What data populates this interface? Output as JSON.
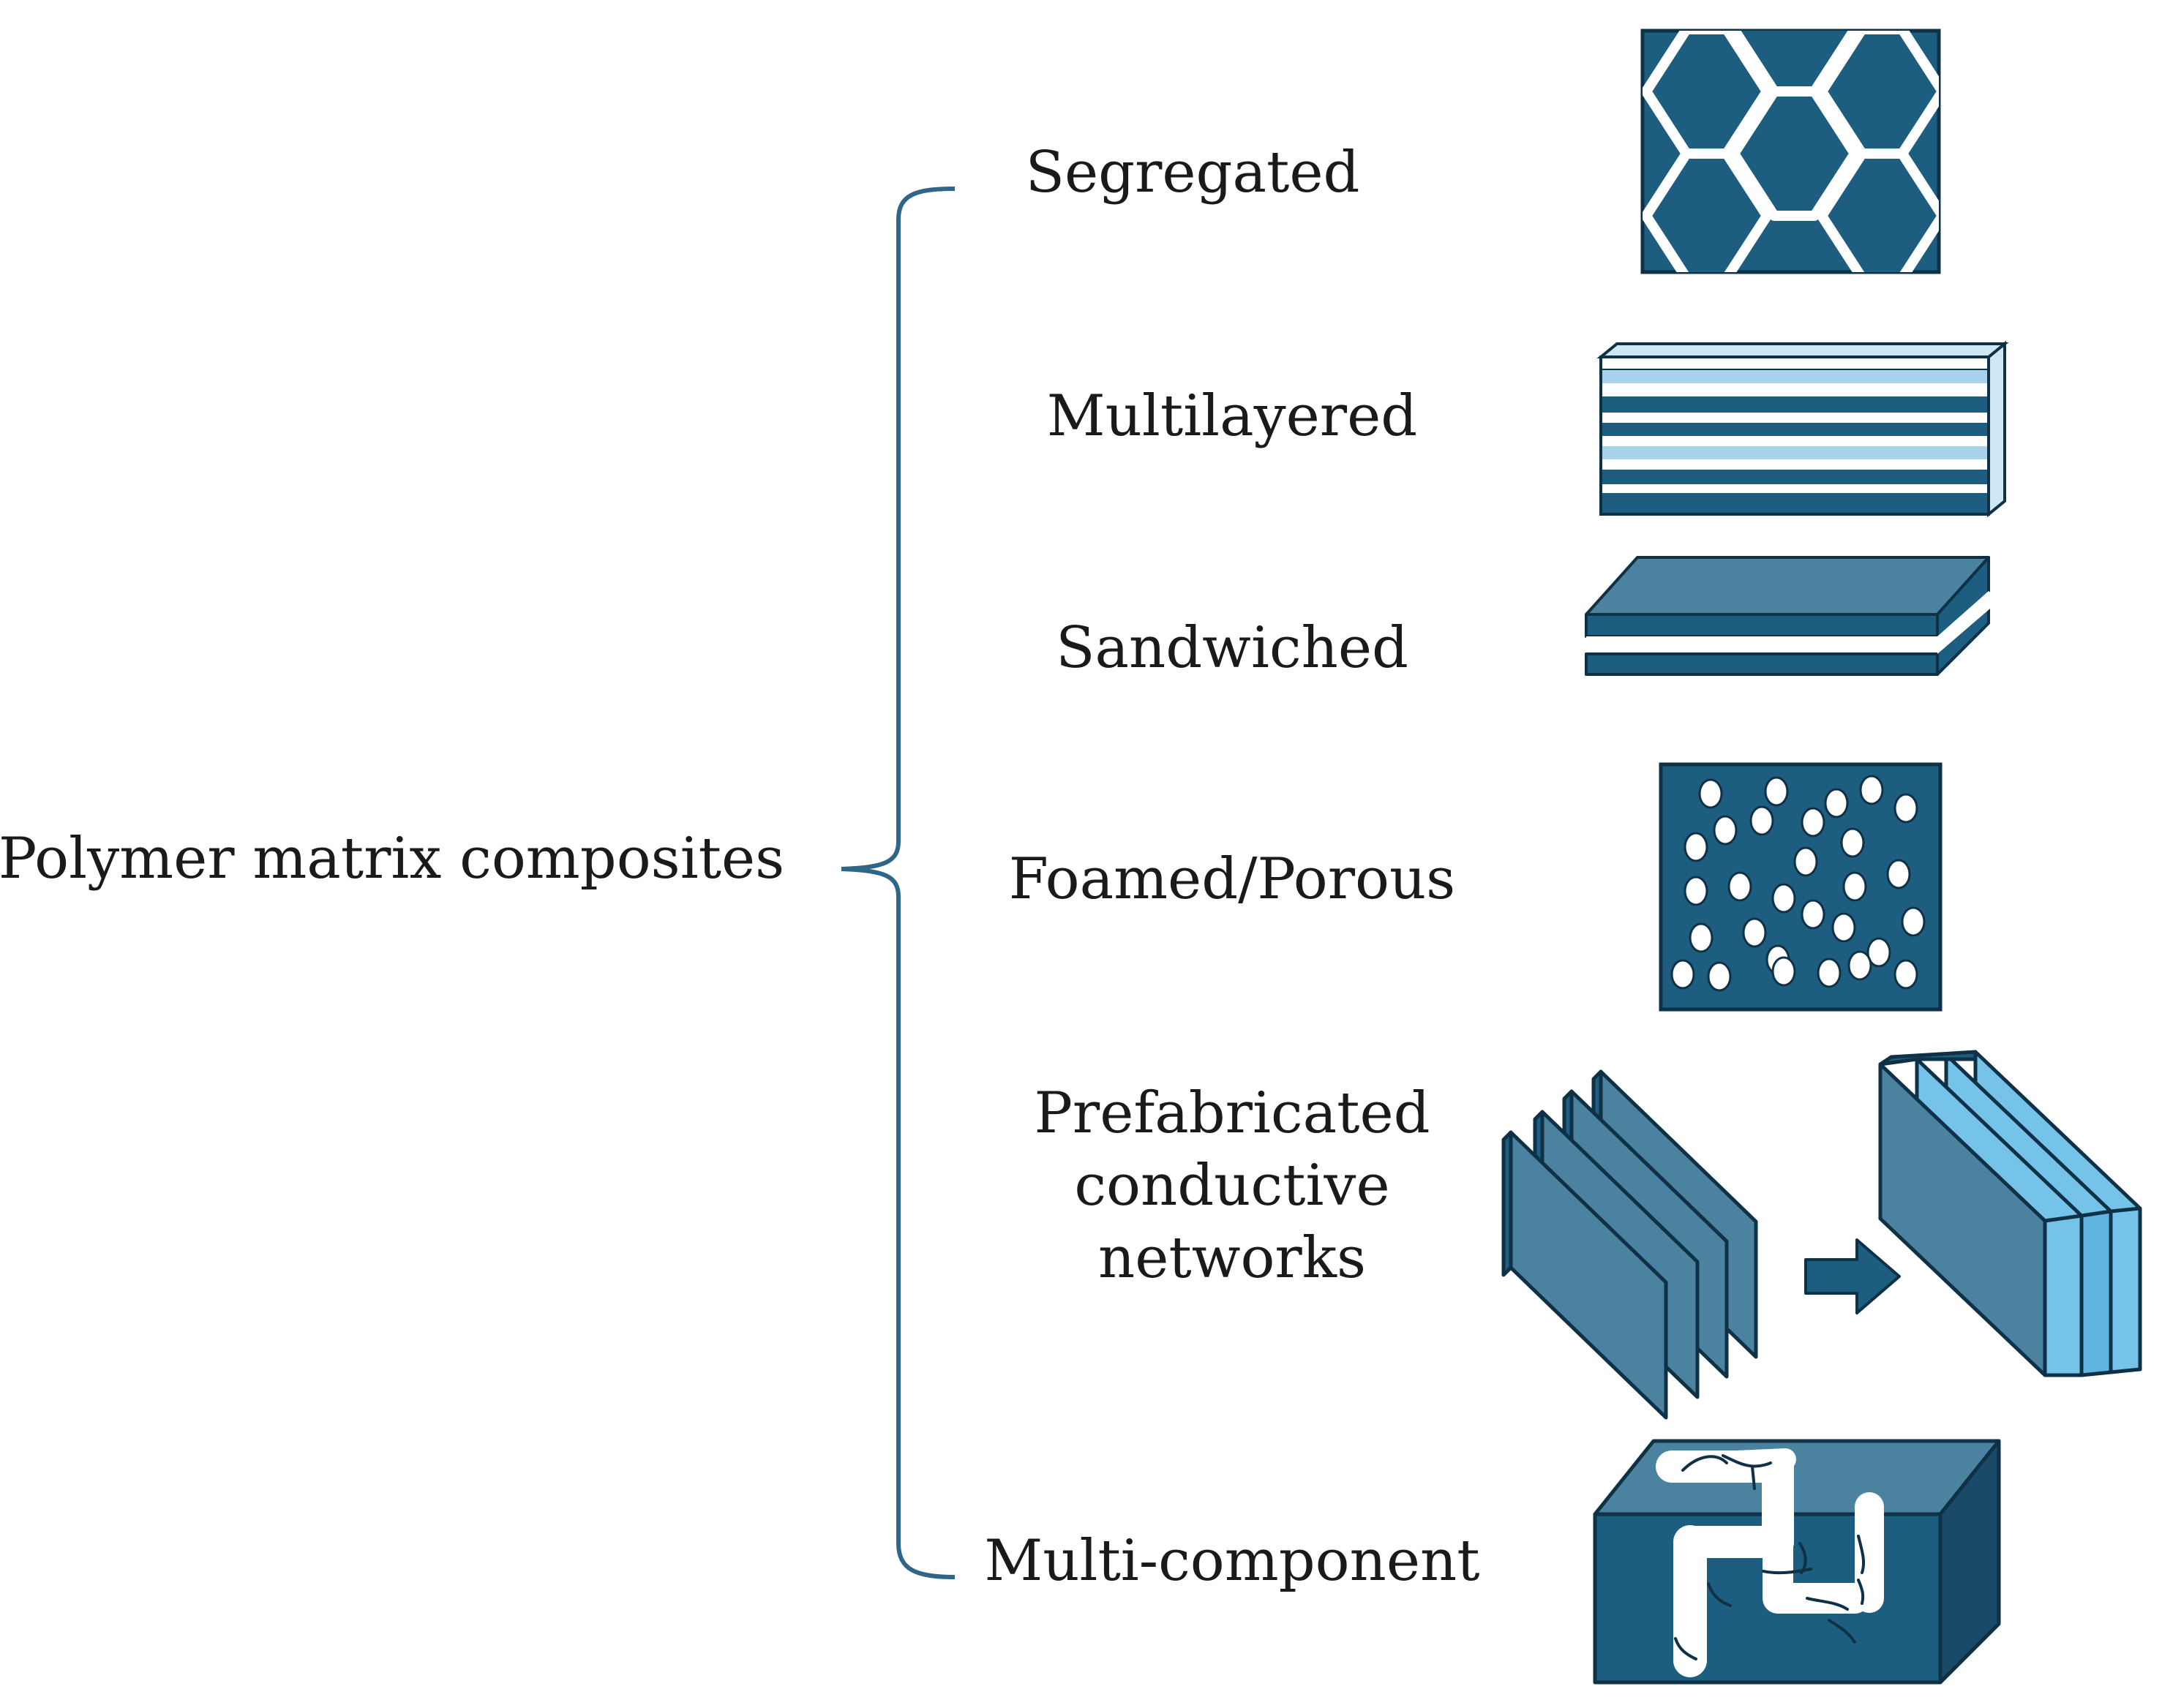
{
  "root": {
    "label": "Polymer matrix composites"
  },
  "categories": [
    {
      "id": "segregated",
      "label": "Segregated"
    },
    {
      "id": "multilayered",
      "label": "Multilayered"
    },
    {
      "id": "sandwiched",
      "label": "Sandwiched"
    },
    {
      "id": "foamed",
      "label": "Foamed/Porous"
    },
    {
      "id": "prefab",
      "label_lines": [
        "Prefabricated",
        "conductive",
        "networks"
      ]
    },
    {
      "id": "multicomp",
      "label": "Multi-component"
    }
  ],
  "colors": {
    "dark_blue": "#1d5d80",
    "mid_blue": "#4a82a0",
    "light_blue": "#76c3ea",
    "pale_blue": "#a9d3ec",
    "outline": "#0f3146",
    "brace": "#2f6688",
    "white": "#ffffff"
  },
  "icons": {
    "segregated": "hexagon-network-icon",
    "multilayered": "stacked-layers-icon",
    "sandwiched": "sandwich-slab-icon",
    "foamed": "porous-block-icon",
    "prefab": "stacked-plates-icon",
    "multicomp": "channel-block-icon"
  }
}
